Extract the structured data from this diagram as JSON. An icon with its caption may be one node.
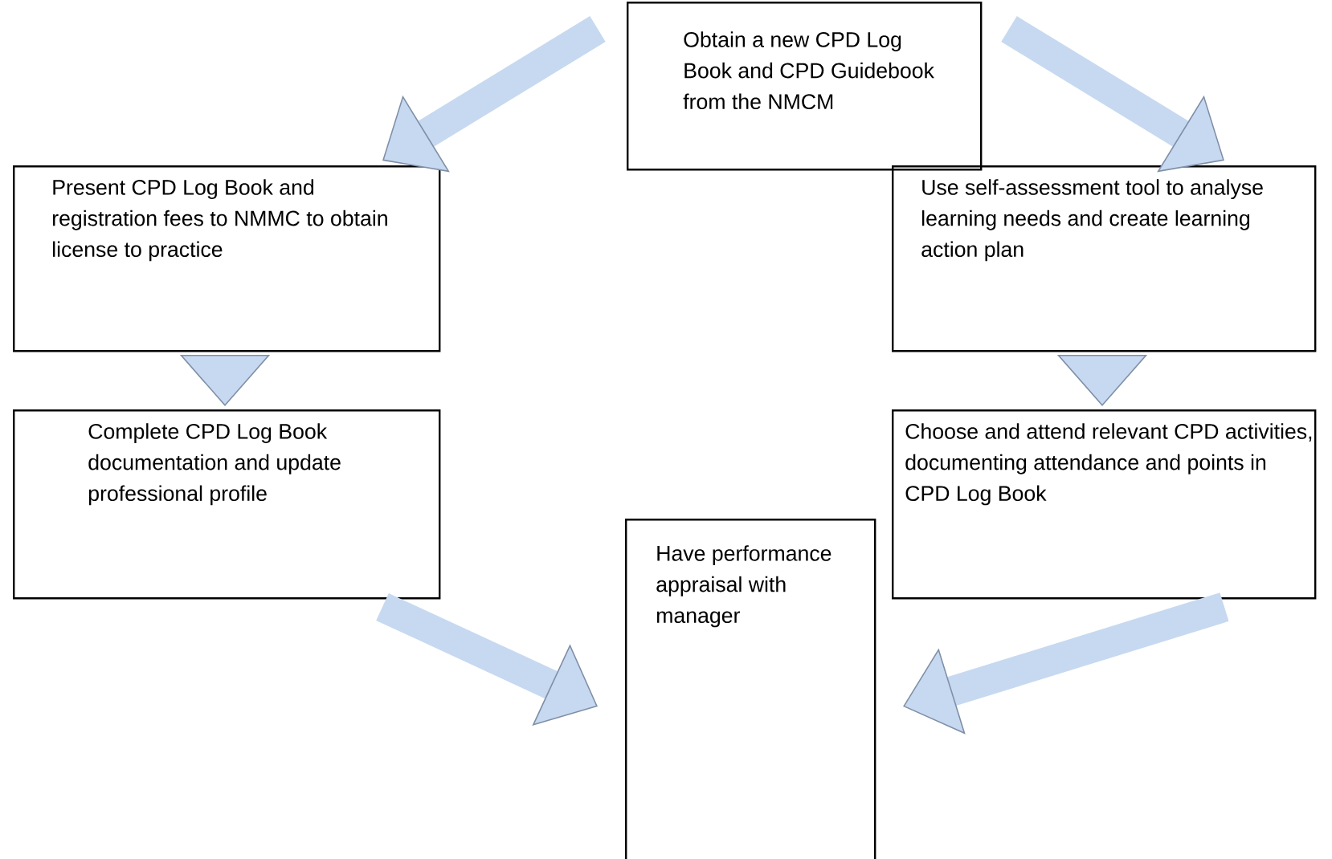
{
  "diagram": {
    "nodes": [
      {
        "text": [
          "Obtain a new CPD Log Book and CPD Guidebook from the NMCM"
        ]
      },
      {
        "text": [
          "Present CPD Log Book and registration fees to NMMC to obtain license to practice"
        ]
      },
      {
        "text": [
          "Use self-assessment tool to analyse learning needs and create learning action plan"
        ]
      },
      {
        "text": [
          "Complete CPD Log Book documentation and update professional profile"
        ]
      },
      {
        "text": [
          "Choose and attend relevant CPD activities, documenting attendance and points in CPD Log Book"
        ]
      },
      {
        "text": [
          "Have performance appraisal with manager"
        ]
      }
    ],
    "edges": [
      {
        "from": 0,
        "to": 1,
        "arrow": "to"
      },
      {
        "from": 0,
        "to": 2,
        "arrow": "to"
      },
      {
        "from": 1,
        "to": 3,
        "arrow": "to"
      },
      {
        "from": 2,
        "to": 4,
        "arrow": "to"
      },
      {
        "from": 3,
        "to": 5,
        "arrow": "to"
      },
      {
        "from": 4,
        "to": 5,
        "arrow": "to"
      }
    ]
  }
}
